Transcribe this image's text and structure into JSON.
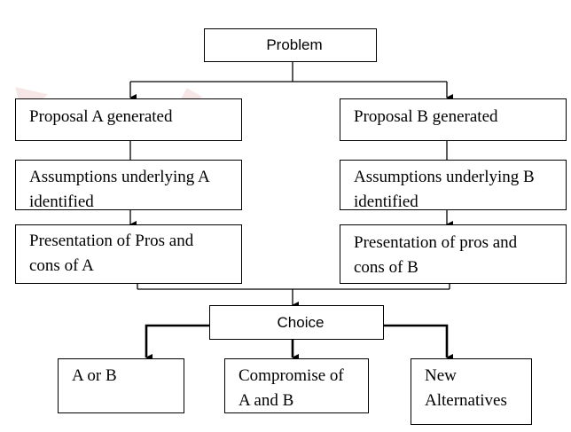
{
  "diagram": {
    "problem": "Problem",
    "proposal_a": "Proposal A generated",
    "proposal_b": "Proposal B generated",
    "assumptions_a": "Assumptions underlying A\nidentified",
    "assumptions_b": "Assumptions underlying B\nidentified",
    "presentation_a": "Presentation of Pros and\ncons of A",
    "presentation_b": "Presentation of pros and\ncons of B",
    "choice": "Choice",
    "outcome_a_or_b": "A or B",
    "outcome_compromise": "Compromise of\nA and B",
    "outcome_new": "New\nAlternatives"
  },
  "colors": {
    "line": "#000000",
    "box_border": "#000000",
    "watermark": "#e9b9b9"
  }
}
